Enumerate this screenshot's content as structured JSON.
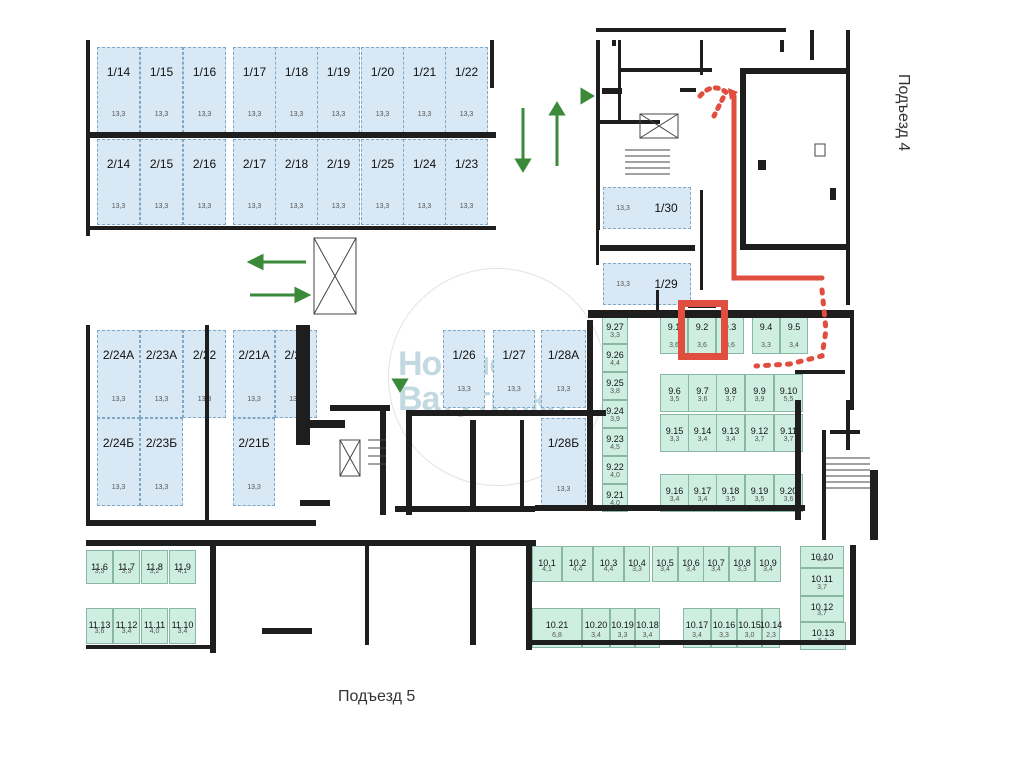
{
  "labels": {
    "entrance_4": "Подъезд 4",
    "entrance_5": "Подъезд 5",
    "watermark_line1": "Новые",
    "watermark_line2": "Ватутинки"
  },
  "colors": {
    "parking": "#d8e8f4",
    "storage": "#cfeee2",
    "route": "#e04e3f",
    "arrow": "#3a8a3a",
    "wall": "#1e1e1e"
  },
  "parking_top1": [
    {
      "id": "1/14",
      "a": "13,3"
    },
    {
      "id": "1/15",
      "a": "13,3"
    },
    {
      "id": "1/16",
      "a": "13,3"
    },
    {
      "id": "1/17",
      "a": "13,3"
    },
    {
      "id": "1/18",
      "a": "13,3"
    },
    {
      "id": "1/19",
      "a": "13,3"
    },
    {
      "id": "1/20",
      "a": "13,3"
    },
    {
      "id": "1/21",
      "a": "13,3"
    },
    {
      "id": "1/22",
      "a": "13,3"
    }
  ],
  "parking_top2": [
    {
      "id": "2/14",
      "a": "13,3"
    },
    {
      "id": "2/15",
      "a": "13,3"
    },
    {
      "id": "2/16",
      "a": "13,3"
    },
    {
      "id": "2/17",
      "a": "13,3"
    },
    {
      "id": "2/18",
      "a": "13,3"
    },
    {
      "id": "2/19",
      "a": "13,3"
    },
    {
      "id": "1/25",
      "a": "13,3"
    },
    {
      "id": "1/24",
      "a": "13,3"
    },
    {
      "id": "1/23",
      "a": "13,3"
    }
  ],
  "parking_single": [
    {
      "id": "1/30",
      "a": "13,3"
    },
    {
      "id": "1/29",
      "a": "13,3"
    }
  ],
  "parking_mid1": [
    {
      "id": "2/24А",
      "a": "13,3"
    },
    {
      "id": "2/23А",
      "a": "13,3"
    },
    {
      "id": "2/22",
      "a": "13,3"
    },
    {
      "id": "2/21А",
      "a": "13,3"
    },
    {
      "id": "2/20",
      "a": "13,3"
    }
  ],
  "parking_mid2": [
    {
      "id": "2/24Б",
      "a": "13,3"
    },
    {
      "id": "2/23Б",
      "a": "13,3"
    },
    {
      "id": "2/21Б",
      "a": "13,3"
    }
  ],
  "parking_center": [
    {
      "id": "1/26",
      "a": "13,3"
    },
    {
      "id": "1/27",
      "a": "13,3"
    },
    {
      "id": "1/28А",
      "a": "13,3"
    },
    {
      "id": "1/28Б",
      "a": "13,3"
    }
  ],
  "storage_9_row1": [
    {
      "id": "9.1",
      "a": "3,6"
    },
    {
      "id": "9.2",
      "a": "3,6"
    },
    {
      "id": "9.3",
      "a": "3,6"
    },
    {
      "id": "9.4",
      "a": "3,3"
    },
    {
      "id": "9.5",
      "a": "3,4"
    }
  ],
  "storage_9_left": [
    {
      "id": "9.27",
      "a": "3,3"
    },
    {
      "id": "9.26",
      "a": "4,4"
    },
    {
      "id": "9.25",
      "a": "3,8"
    },
    {
      "id": "9.24",
      "a": "3,9"
    },
    {
      "id": "9.23",
      "a": "4,5"
    },
    {
      "id": "9.22",
      "a": "4,0"
    },
    {
      "id": "9.21",
      "a": "4,0"
    }
  ],
  "storage_9_row2": [
    {
      "id": "9.6",
      "a": "3,5"
    },
    {
      "id": "9.7",
      "a": "3,6"
    },
    {
      "id": "9.8",
      "a": "3,7"
    },
    {
      "id": "9.9",
      "a": "3,9"
    },
    {
      "id": "9.10",
      "a": "5,5"
    }
  ],
  "storage_9_row3": [
    {
      "id": "9.15",
      "a": "3,3"
    },
    {
      "id": "9.14",
      "a": "3,4"
    },
    {
      "id": "9.13",
      "a": "3,4"
    },
    {
      "id": "9.12",
      "a": "3,7"
    },
    {
      "id": "9.11",
      "a": "3,7"
    }
  ],
  "storage_9_row4": [
    {
      "id": "9.16",
      "a": "3,4"
    },
    {
      "id": "9.17",
      "a": "3,4"
    },
    {
      "id": "9.18",
      "a": "3,5"
    },
    {
      "id": "9.19",
      "a": "3,5"
    },
    {
      "id": "9.20",
      "a": "3,6"
    }
  ],
  "storage_10_row1": [
    {
      "id": "10.1",
      "a": "4,1"
    },
    {
      "id": "10.2",
      "a": "4,4"
    },
    {
      "id": "10.3",
      "a": "4,4"
    },
    {
      "id": "10.4",
      "a": "3,3"
    },
    {
      "id": "10.5",
      "a": "3,4"
    },
    {
      "id": "10.6",
      "a": "3,4"
    },
    {
      "id": "10.7",
      "a": "3,4"
    },
    {
      "id": "10.8",
      "a": "3,3"
    },
    {
      "id": "10.9",
      "a": "3,4"
    }
  ],
  "storage_10_row2": [
    {
      "id": "10.21",
      "a": "6,8"
    },
    {
      "id": "10.20",
      "a": "3,4"
    },
    {
      "id": "10.19",
      "a": "3,3"
    },
    {
      "id": "10.18",
      "a": "3,4"
    },
    {
      "id": "10.17",
      "a": "3,4"
    },
    {
      "id": "10.16",
      "a": "3,3"
    },
    {
      "id": "10.15",
      "a": "3,0"
    },
    {
      "id": "10.14",
      "a": "2,3"
    }
  ],
  "storage_10_right": [
    {
      "id": "10.10",
      "a": "3,9"
    },
    {
      "id": "10.11",
      "a": "3,7"
    },
    {
      "id": "10.12",
      "a": "3,7"
    },
    {
      "id": "10.13",
      "a": "5,1"
    }
  ],
  "storage_11_row1": [
    {
      "id": "11.6",
      "a": "3,3"
    },
    {
      "id": "11.7",
      "a": "3,3"
    },
    {
      "id": "11.8",
      "a": "3,2"
    },
    {
      "id": "11.9",
      "a": "4,1"
    }
  ],
  "storage_11_row2": [
    {
      "id": "11.13",
      "a": "3,6"
    },
    {
      "id": "11.12",
      "a": "3,4"
    },
    {
      "id": "11.11",
      "a": "4,0"
    },
    {
      "id": "11.10",
      "a": "3,4"
    }
  ],
  "highlighted_unit": "9.2"
}
